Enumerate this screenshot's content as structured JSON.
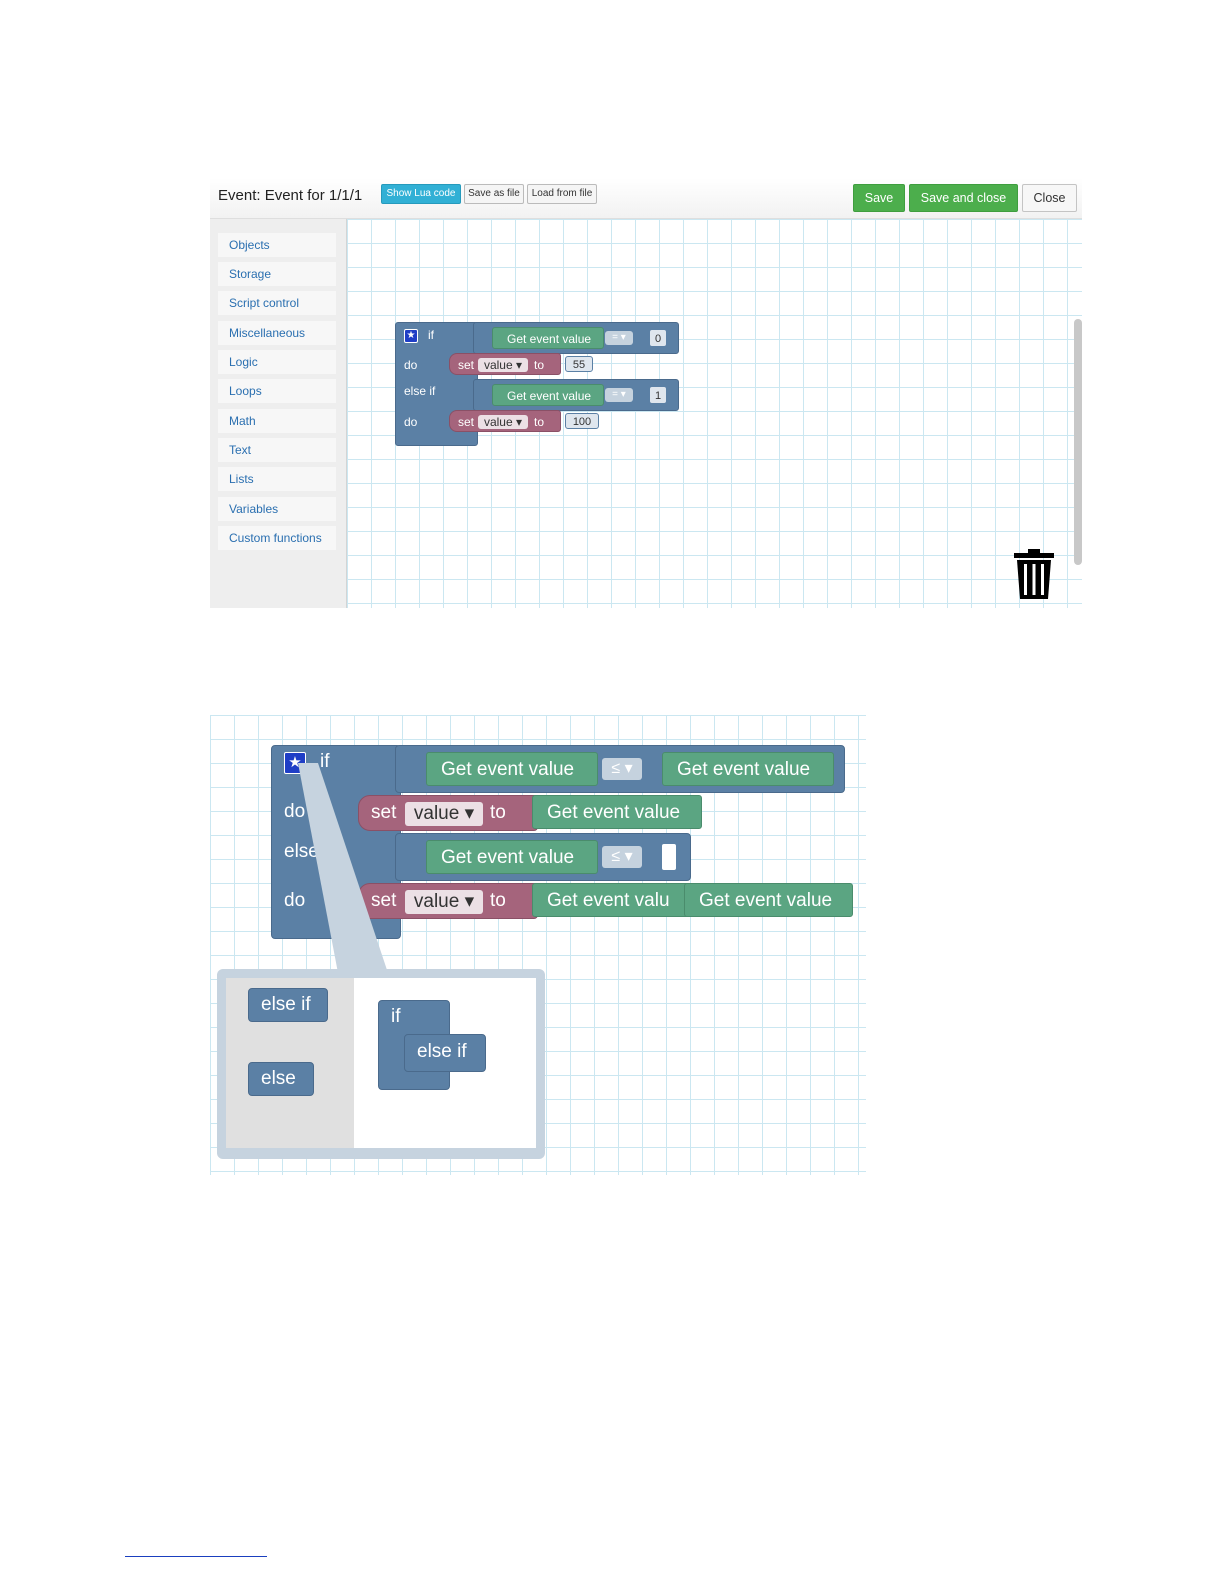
{
  "editor": {
    "title": "Event: Event for 1/1/1",
    "buttons": {
      "show_lua": "Show Lua code",
      "save_as_file": "Save as file",
      "load_from_file": "Load from file",
      "save": "Save",
      "save_and_close": "Save and close",
      "close": "Close"
    },
    "categories": [
      "Objects",
      "Storage",
      "Script control",
      "Miscellaneous",
      "Logic",
      "Loops",
      "Math",
      "Text",
      "Lists",
      "Variables",
      "Custom functions"
    ],
    "trash_icon": "trash-icon",
    "program": {
      "if_label": "if",
      "do_label": "do",
      "else_if_label": "else if",
      "get_event_value": "Get event value",
      "op_equals": "=",
      "set_label": "set",
      "var_name": "value",
      "to_label": "to",
      "cond1_value": "0",
      "set1_value": "55",
      "cond2_value": "1",
      "set2_value": "100"
    }
  },
  "mutator_view": {
    "if_label": "if",
    "do_label": "do",
    "else_label": "else",
    "get_event_value": "Get event value",
    "get_event_value_cut": "Get event valu",
    "op_le": "≤",
    "set_label": "set",
    "var_name": "value",
    "to_label": "to",
    "flyout": {
      "else_if": "else if",
      "else": "else"
    },
    "workspace": {
      "if": "if",
      "else_if": "else if"
    }
  },
  "colors": {
    "if_block": "#5b80a5",
    "set_block": "#a5647c",
    "value_block": "#5ba582",
    "save_button": "#4cae4c",
    "lua_button": "#31b0d5"
  }
}
